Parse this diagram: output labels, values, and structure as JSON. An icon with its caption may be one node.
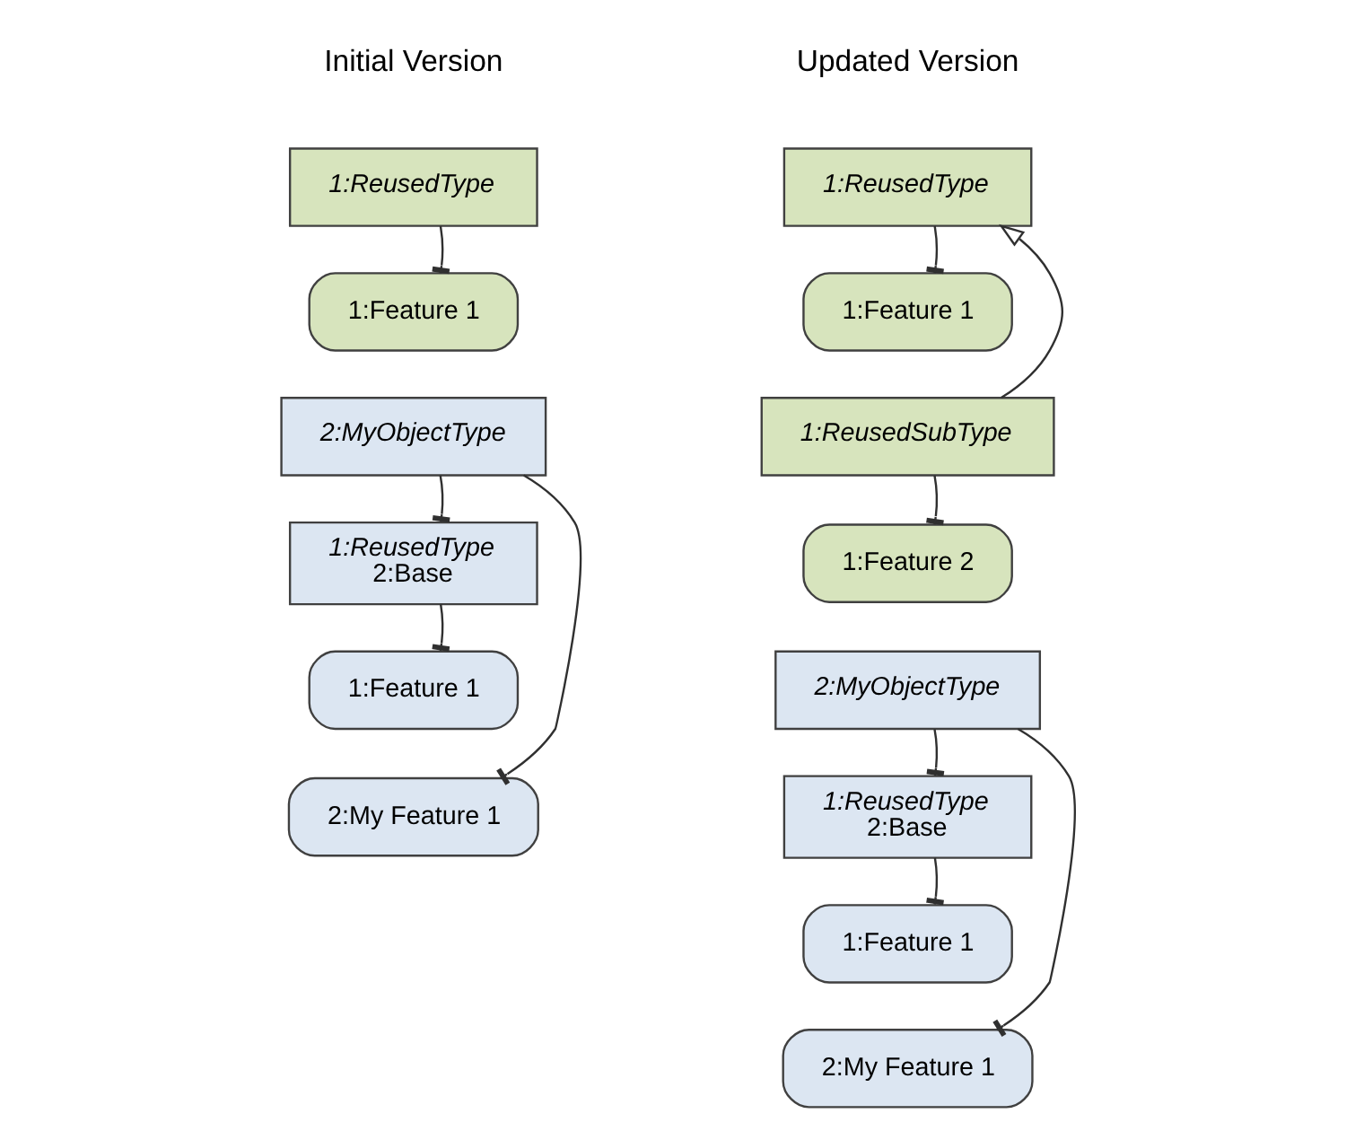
{
  "diagram": {
    "nodes": [
      {
        "text": [
          "1:ReusedType"
        ]
      },
      {
        "text": [
          "1:Feature 1"
        ]
      },
      {
        "text": [
          "2:MyObjectType"
        ]
      },
      {
        "text": [
          "1:ReusedType",
          "2:Base"
        ]
      },
      {
        "text": [
          "1:Feature 1"
        ]
      },
      {
        "text": [
          "2:My Feature 1"
        ]
      },
      {
        "text": [
          "1:ReusedType"
        ]
      },
      {
        "text": [
          "1:Feature 1"
        ]
      },
      {
        "text": [
          "1:ReusedSubType"
        ]
      },
      {
        "text": [
          "1:Feature 2"
        ]
      },
      {
        "text": [
          "2:MyObjectType"
        ]
      },
      {
        "text": [
          "1:ReusedType",
          "2:Base"
        ]
      },
      {
        "text": [
          "1:Feature 1"
        ]
      },
      {
        "text": [
          "2:My Feature 1"
        ]
      }
    ],
    "edges": [
      {
        "from": 0,
        "to": 1,
        "arrow": "other"
      },
      {
        "from": 2,
        "to": 3,
        "arrow": "other"
      },
      {
        "from": 3,
        "to": 4,
        "arrow": "other"
      },
      {
        "from": 2,
        "to": 5,
        "arrow": "other"
      },
      {
        "from": 6,
        "to": 7,
        "arrow": "other"
      },
      {
        "from": 8,
        "to": 6,
        "arrow": "to"
      },
      {
        "from": 8,
        "to": 9,
        "arrow": "other"
      },
      {
        "from": 10,
        "to": 11,
        "arrow": "other"
      },
      {
        "from": 11,
        "to": 12,
        "arrow": "other"
      },
      {
        "from": 10,
        "to": 13,
        "arrow": "other"
      }
    ],
    "labels": [
      "Initial Version",
      "Updated Version"
    ]
  }
}
